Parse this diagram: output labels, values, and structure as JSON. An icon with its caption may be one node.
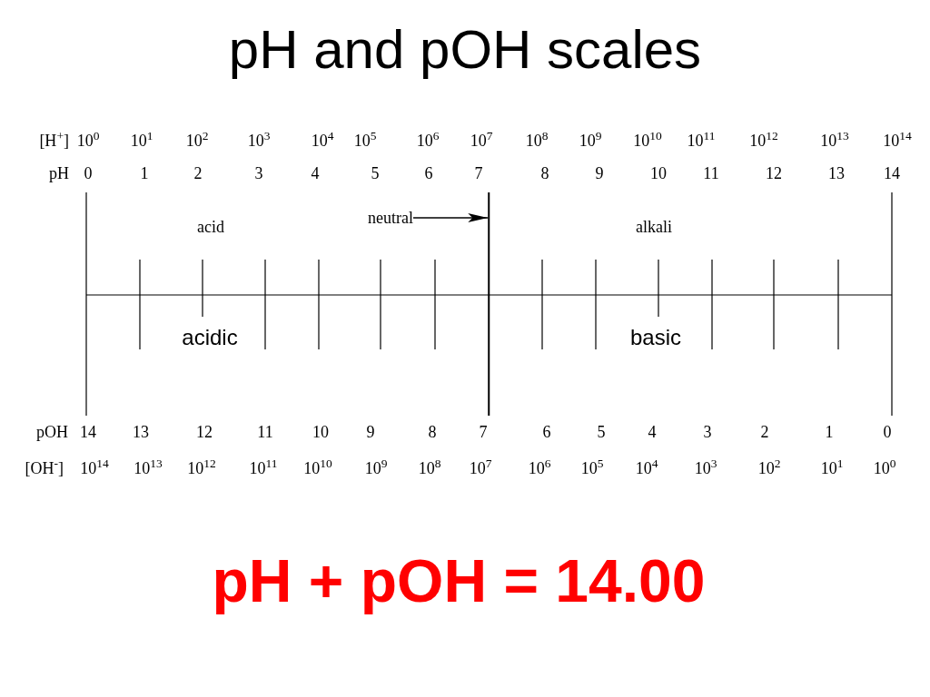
{
  "diagram": {
    "title": "pH and pOH scales",
    "nodes": [
      {
        "text": [
          "neutral"
        ]
      },
      {
        "text": [],
        "shape": "bar"
      }
    ],
    "edges": [
      {
        "from": 0,
        "to": 1,
        "arrow": "to"
      }
    ],
    "labels": [
      "[H$^{+}$]",
      "10$^{0}$",
      "10$^{1}$",
      "10$^{2}$",
      "10$^{3}$",
      "10$^{4}$",
      "10$^{5}$",
      "10$^{6}$",
      "10$^{7}$",
      "10$^{8}$",
      "10$^{9}$",
      "10$^{10}$",
      "10$^{11}$",
      "10$^{12}$",
      "10$^{13}$",
      "10$^{14}$",
      "pH",
      "0",
      "1",
      "2",
      "3",
      "4",
      "5",
      "6",
      "7",
      "8",
      "9",
      "10",
      "11",
      "12",
      "13",
      "14",
      "acid",
      "alkali",
      "acidic",
      "basic",
      "pOH",
      "14",
      "13",
      "12",
      "11",
      "10",
      "9",
      "8",
      "7",
      "6",
      "5",
      "4",
      "3",
      "2",
      "1",
      "0",
      "[OH$^{-}$]",
      "10$^{14}$",
      "10$^{13}$",
      "10$^{12}$",
      "10$^{11}$",
      "10$^{10}$",
      "10$^{9}$",
      "10$^{8}$",
      "10$^{7}$",
      "10$^{6}$",
      "10$^{5}$",
      "10$^{4}$",
      "10$^{3}$",
      "10$^{2}$",
      "10$^{1}$",
      "10$^{0}$",
      "pH + pOH = 14.00"
    ]
  }
}
